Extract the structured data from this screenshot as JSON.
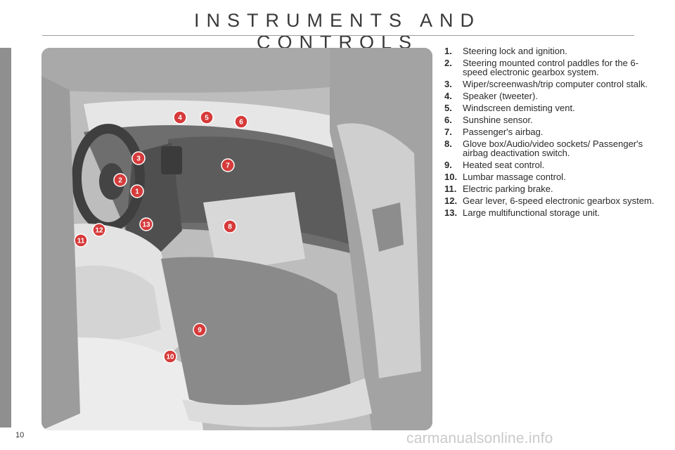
{
  "title": "INSTRUMENTS AND CONTROLS",
  "page_number": "10",
  "watermark": "carmanualsonline.info",
  "items": [
    {
      "num": "1.",
      "text": "Steering lock and ignition."
    },
    {
      "num": "2.",
      "text": "Steering mounted control paddles for the 6-speed electronic gearbox system."
    },
    {
      "num": "3.",
      "text": "Wiper/screenwash/trip computer control stalk."
    },
    {
      "num": "4.",
      "text": "Speaker (tweeter)."
    },
    {
      "num": "5.",
      "text": "Windscreen demisting vent."
    },
    {
      "num": "6.",
      "text": "Sunshine sensor."
    },
    {
      "num": "7.",
      "text": "Passenger's airbag."
    },
    {
      "num": "8.",
      "text": "Glove box/Audio/video sockets/ Passenger's airbag deactivation switch."
    },
    {
      "num": "9.",
      "text": "Heated seat control."
    },
    {
      "num": "10.",
      "text": "Lumbar massage control."
    },
    {
      "num": "11.",
      "text": "Electric parking brake."
    },
    {
      "num": "12.",
      "text": "Gear lever, 6-speed electronic gearbox system."
    },
    {
      "num": "13.",
      "text": "Large multifunctional storage unit."
    }
  ],
  "markers": [
    "1",
    "2",
    "3",
    "4",
    "5",
    "6",
    "7",
    "8",
    "9",
    "10",
    "11",
    "12",
    "13"
  ],
  "colors": {
    "marker": "#d63a3a",
    "sidebar": "#8f8f8f",
    "rule": "#9a9a9a"
  }
}
